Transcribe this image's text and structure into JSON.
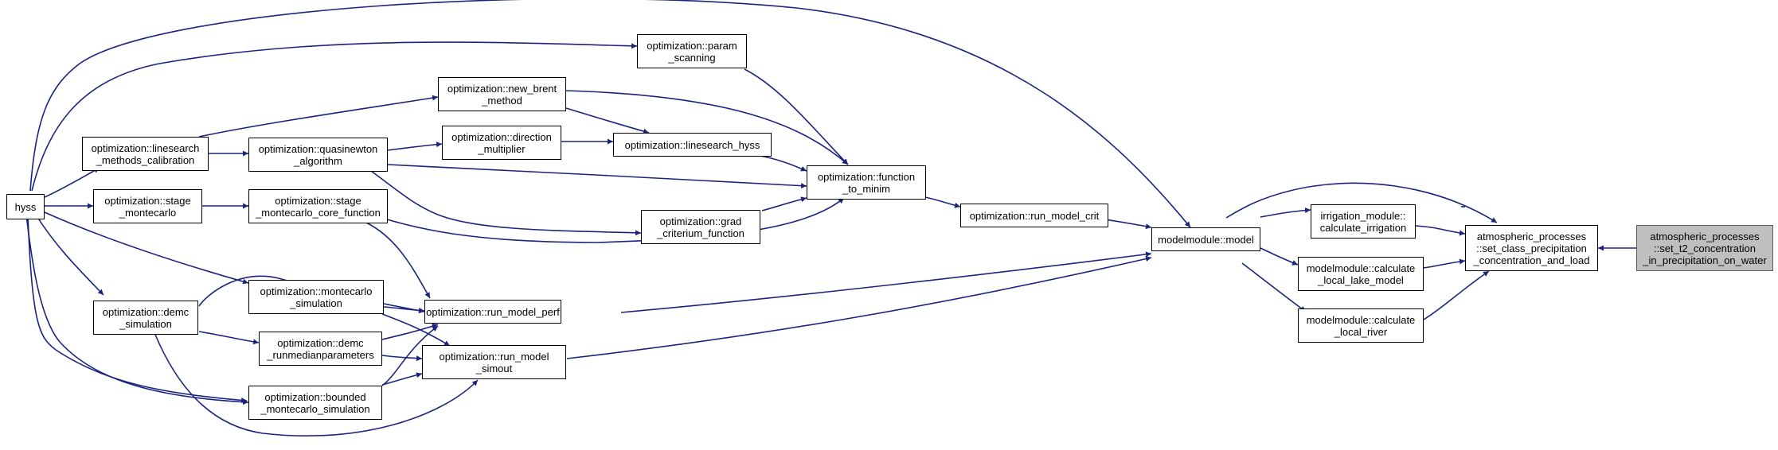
{
  "colors": {
    "edge": "#1a237e",
    "node_border": "#000000",
    "node_fill": "#ffffff",
    "current_fill": "#bfbfbf"
  },
  "nodes": [
    {
      "id": "hyss",
      "label": "hyss"
    },
    {
      "id": "param_scanning",
      "label": "optimization::param\n_scanning"
    },
    {
      "id": "new_brent",
      "label": "optimization::new_brent\n_method"
    },
    {
      "id": "linesearch_calib",
      "label": "optimization::linesearch\n_methods_calibration"
    },
    {
      "id": "quasinewton",
      "label": "optimization::quasinewton\n_algorithm"
    },
    {
      "id": "direction_mult",
      "label": "optimization::direction\n_multiplier"
    },
    {
      "id": "linesearch_hyss",
      "label": "optimization::linesearch_hyss"
    },
    {
      "id": "function_to_minim",
      "label": "optimization::function\n_to_minim"
    },
    {
      "id": "stage_mc",
      "label": "optimization::stage\n_montecarlo"
    },
    {
      "id": "stage_mc_core",
      "label": "optimization::stage\n_montecarlo_core_function"
    },
    {
      "id": "grad_criterium",
      "label": "optimization::grad\n_criterium_function"
    },
    {
      "id": "run_model_crit",
      "label": "optimization::run_model_crit"
    },
    {
      "id": "modelmodule_model",
      "label": "modelmodule::model"
    },
    {
      "id": "irrigation",
      "label": "irrigation_module::\ncalculate_irrigation"
    },
    {
      "id": "lake_model",
      "label": "modelmodule::calculate\n_local_lake_model"
    },
    {
      "id": "local_river",
      "label": "modelmodule::calculate\n_local_river"
    },
    {
      "id": "set_class",
      "label": "atmospheric_processes\n::set_class_precipitation\n_concentration_and_load"
    },
    {
      "id": "set_t2",
      "label": "atmospheric_processes\n::set_t2_concentration\n_in_precipitation_on_water"
    },
    {
      "id": "demc_sim",
      "label": "optimization::demc\n_simulation"
    },
    {
      "id": "montecarlo_sim",
      "label": "optimization::montecarlo\n_simulation"
    },
    {
      "id": "run_model_perf",
      "label": "optimization::run_model_perf"
    },
    {
      "id": "demc_median",
      "label": "optimization::demc\n_runmedianparameters"
    },
    {
      "id": "run_model_simout",
      "label": "optimization::run_model\n_simout"
    },
    {
      "id": "bounded_mc",
      "label": "optimization::bounded\n_montecarlo_simulation"
    }
  ]
}
